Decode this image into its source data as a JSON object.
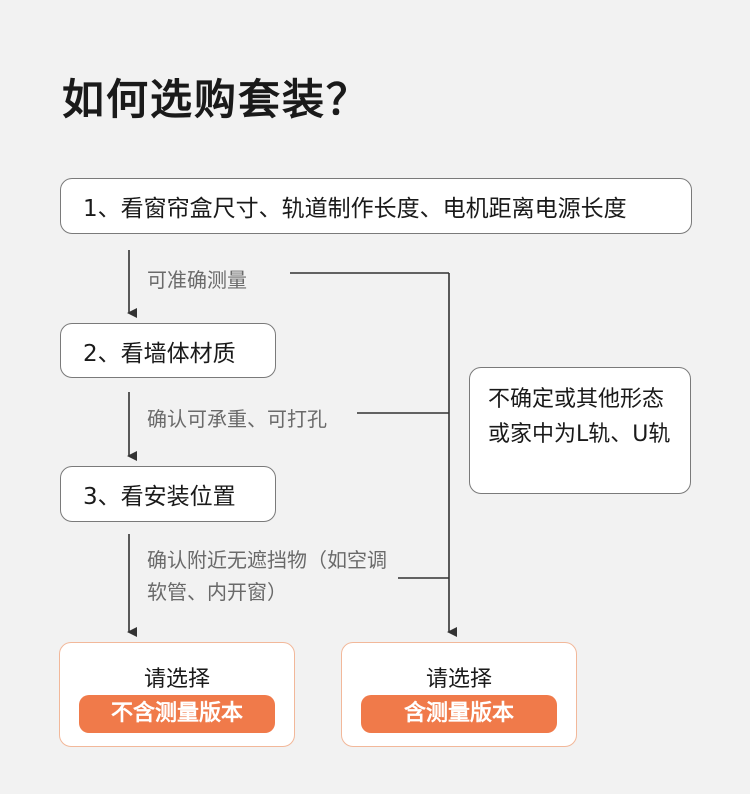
{
  "title": "如何选购套装？",
  "steps": [
    {
      "label": "1、看窗帘盒尺寸、轨道制作长度、电机距离电源长度"
    },
    {
      "label": "2、看墙体材质"
    },
    {
      "label": "3、看安装位置"
    }
  ],
  "conditions": [
    {
      "label": "可准确测量"
    },
    {
      "label": "确认可承重、可打孔"
    },
    {
      "label": "确认附近无遮挡物（如空调软管、内开窗）"
    }
  ],
  "note": {
    "label": "不确定或其他形态或家中为L轨、U轨"
  },
  "choices": [
    {
      "prompt": "请选择",
      "option": "不含测量版本"
    },
    {
      "prompt": "请选择",
      "option": "含测量版本"
    }
  ],
  "colors": {
    "accent": "#f07a4a",
    "choice_border": "#f2b89a",
    "line": "#333333",
    "condition_text": "#6a6a6a"
  }
}
